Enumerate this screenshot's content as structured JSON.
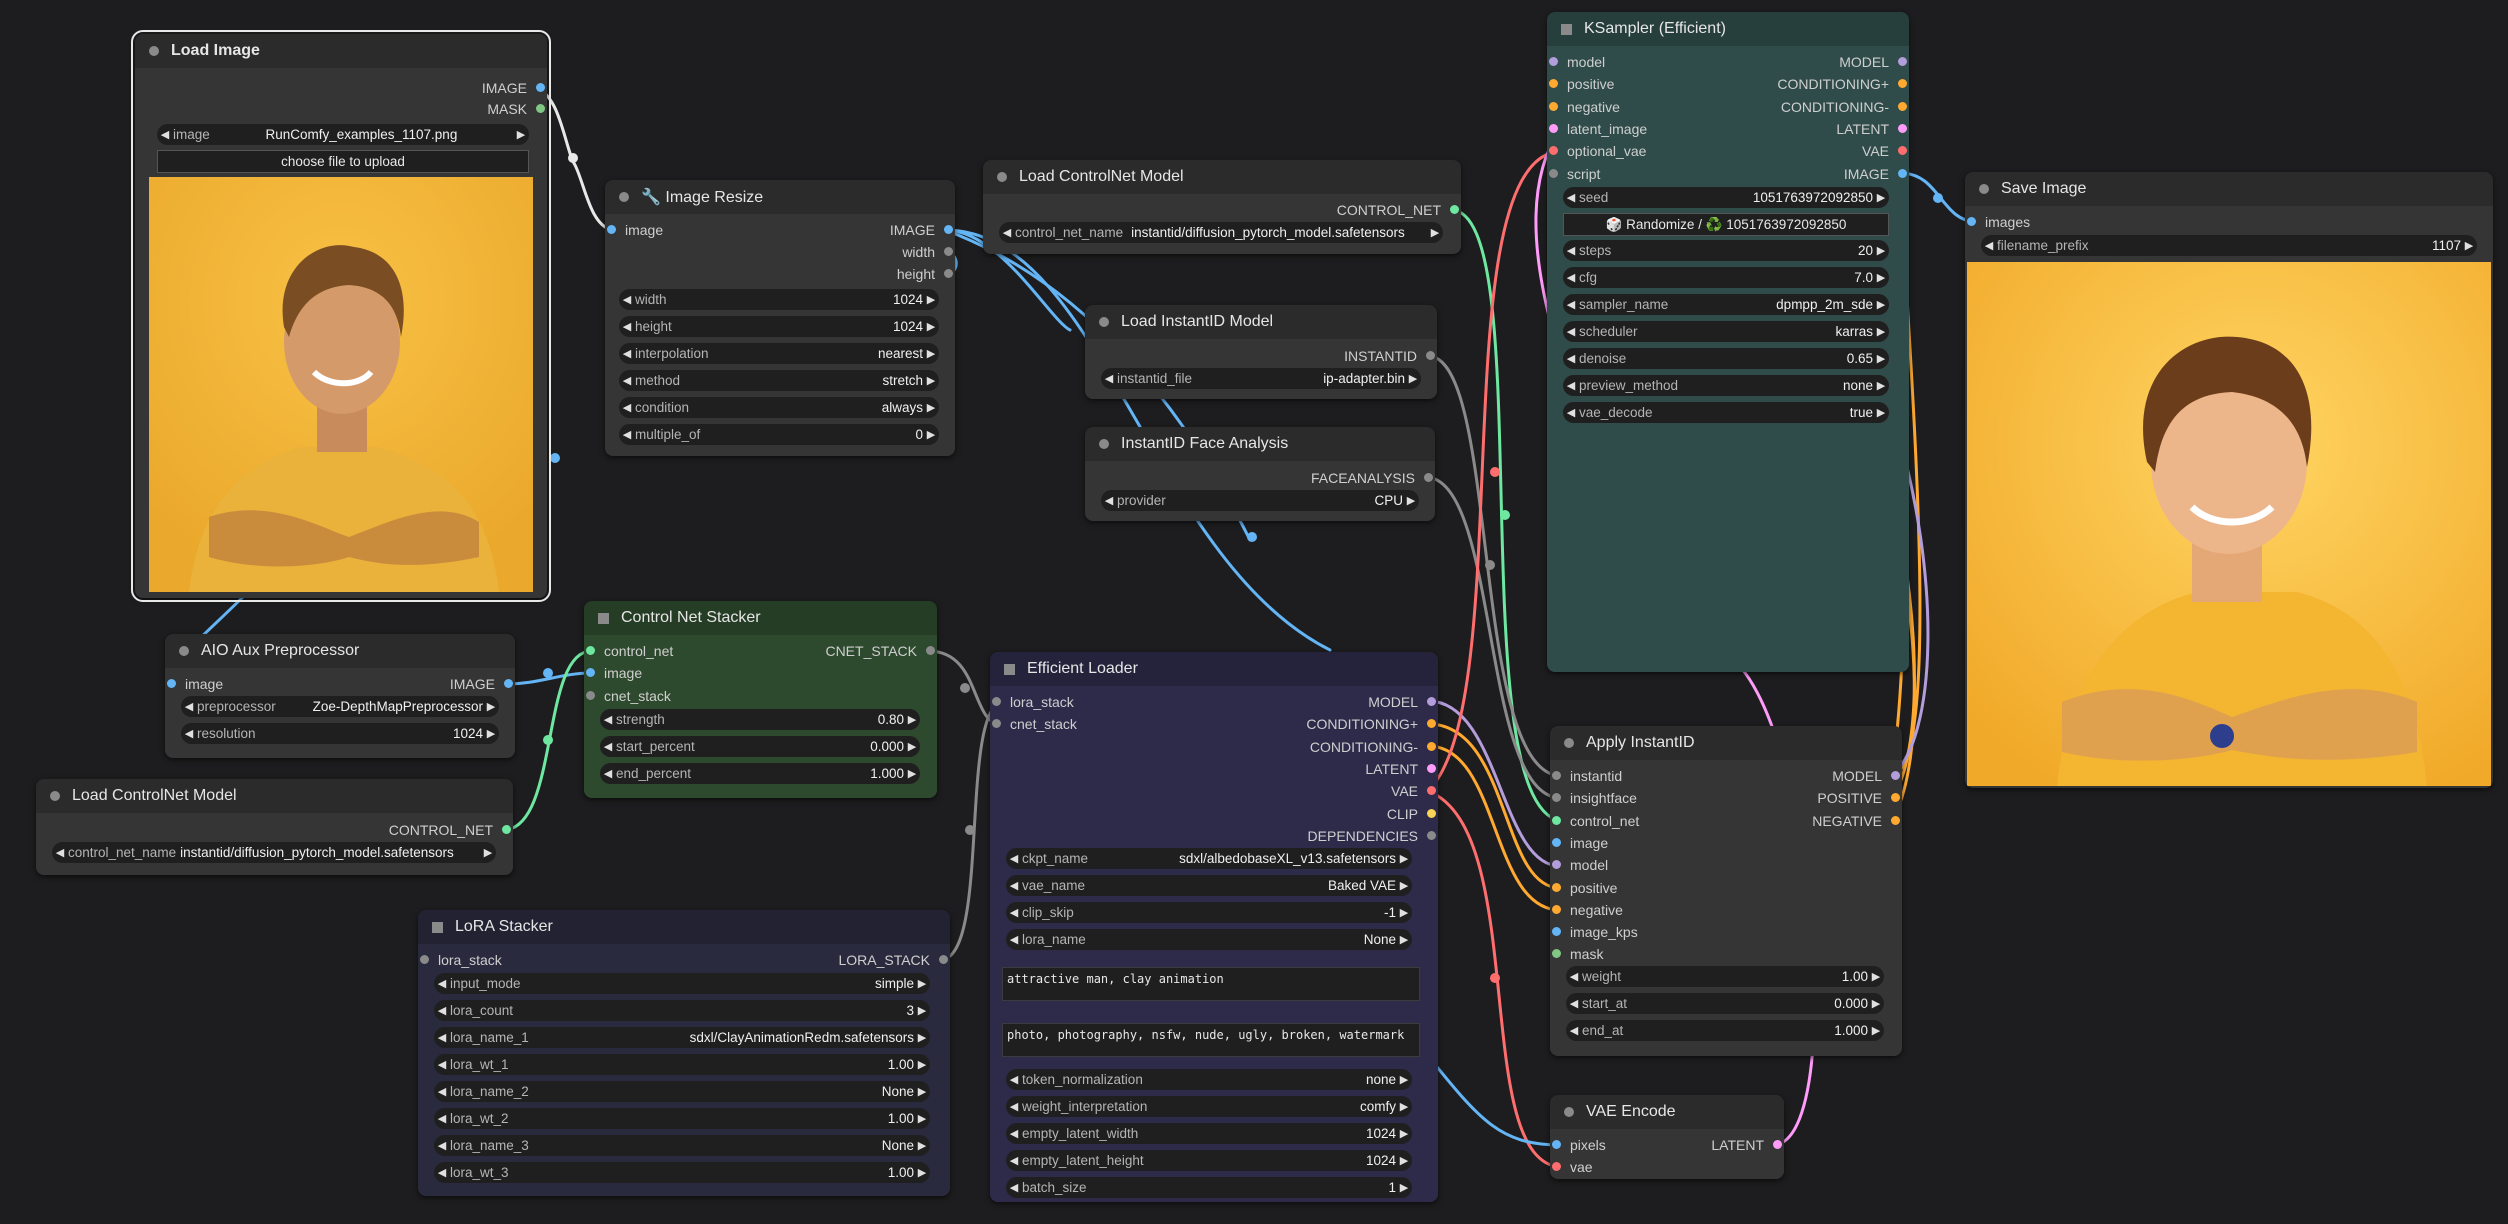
{
  "colors": {
    "model": "#b39ddb",
    "clip": "#f7d358",
    "vae": "#ff6e6e",
    "image": "#64b5f6",
    "latent": "#ff9cf9",
    "conditioning": "#ffa931",
    "control": "#6ee7a0",
    "mask": "#81c784",
    "generic": "#8a8a8a"
  },
  "load_image": {
    "title": "Load Image",
    "out_image": "IMAGE",
    "out_mask": "MASK",
    "w_image_label": "image",
    "w_image_value": "RunComfy_examples_1107.png",
    "upload_label": "choose file to upload"
  },
  "image_resize": {
    "title": "🔧 Image Resize",
    "in_image": "image",
    "out_image": "IMAGE",
    "out_width": "width",
    "out_height": "height",
    "widgets": [
      {
        "label": "width",
        "value": "1024"
      },
      {
        "label": "height",
        "value": "1024"
      },
      {
        "label": "interpolation",
        "value": "nearest"
      },
      {
        "label": "method",
        "value": "stretch"
      },
      {
        "label": "condition",
        "value": "always"
      },
      {
        "label": "multiple_of",
        "value": "0"
      }
    ]
  },
  "load_cn_top": {
    "title": "Load ControlNet Model",
    "out": "CONTROL_NET",
    "w_label": "control_net_name",
    "w_value": "instantid/diffusion_pytorch_model.safetensors"
  },
  "load_instantid": {
    "title": "Load InstantID Model",
    "out": "INSTANTID",
    "w_label": "instantid_file",
    "w_value": "ip-adapter.bin"
  },
  "face_analysis": {
    "title": "InstantID Face Analysis",
    "out": "FACEANALYSIS",
    "w_label": "provider",
    "w_value": "CPU"
  },
  "ksampler": {
    "title": "KSampler (Efficient)",
    "inputs": [
      "model",
      "positive",
      "negative",
      "latent_image",
      "optional_vae",
      "script"
    ],
    "outputs": [
      "MODEL",
      "CONDITIONING+",
      "CONDITIONING-",
      "LATENT",
      "VAE",
      "IMAGE"
    ],
    "seed_label": "seed",
    "seed_value": "1051763972092850",
    "randomize": "🎲 Randomize / ♻️ 1051763972092850",
    "widgets": [
      {
        "label": "steps",
        "value": "20"
      },
      {
        "label": "cfg",
        "value": "7.0"
      },
      {
        "label": "sampler_name",
        "value": "dpmpp_2m_sde"
      },
      {
        "label": "scheduler",
        "value": "karras"
      },
      {
        "label": "denoise",
        "value": "0.65"
      },
      {
        "label": "preview_method",
        "value": "none"
      },
      {
        "label": "vae_decode",
        "value": "true"
      }
    ]
  },
  "save_image": {
    "title": "Save Image",
    "in_images": "images",
    "w_label": "filename_prefix",
    "w_value": "1107"
  },
  "aio": {
    "title": "AIO Aux Preprocessor",
    "in_image": "image",
    "out_image": "IMAGE",
    "w1_label": "preprocessor",
    "w1_value": "Zoe-DepthMapPreprocessor",
    "w2_label": "resolution",
    "w2_value": "1024"
  },
  "load_cn_bottom": {
    "title": "Load ControlNet Model",
    "out": "CONTROL_NET",
    "w_label": "control_net_name",
    "w_value": "instantid/diffusion_pytorch_model.safetensors"
  },
  "cn_stacker": {
    "title": "Control Net Stacker",
    "inputs": [
      "control_net",
      "image",
      "cnet_stack"
    ],
    "out": "CNET_STACK",
    "widgets": [
      {
        "label": "strength",
        "value": "0.80"
      },
      {
        "label": "start_percent",
        "value": "0.000"
      },
      {
        "label": "end_percent",
        "value": "1.000"
      }
    ]
  },
  "eff_loader": {
    "title": "Efficient Loader",
    "inputs": [
      "lora_stack",
      "cnet_stack"
    ],
    "outputs": [
      "MODEL",
      "CONDITIONING+",
      "CONDITIONING-",
      "LATENT",
      "VAE",
      "CLIP",
      "DEPENDENCIES"
    ],
    "widgets_a": [
      {
        "label": "ckpt_name",
        "value": "sdxl/albedobaseXL_v13.safetensors"
      },
      {
        "label": "vae_name",
        "value": "Baked VAE"
      },
      {
        "label": "clip_skip",
        "value": "-1"
      },
      {
        "label": "lora_name",
        "value": "None"
      }
    ],
    "positive_text": "attractive man, clay animation",
    "negative_text": "photo, photography, nsfw, nude, ugly, broken, watermark",
    "widgets_b": [
      {
        "label": "token_normalization",
        "value": "none"
      },
      {
        "label": "weight_interpretation",
        "value": "comfy"
      },
      {
        "label": "empty_latent_width",
        "value": "1024"
      },
      {
        "label": "empty_latent_height",
        "value": "1024"
      },
      {
        "label": "batch_size",
        "value": "1"
      }
    ]
  },
  "lora_stacker": {
    "title": "LoRA Stacker",
    "in": "lora_stack",
    "out": "LORA_STACK",
    "widgets": [
      {
        "label": "input_mode",
        "value": "simple"
      },
      {
        "label": "lora_count",
        "value": "3"
      },
      {
        "label": "lora_name_1",
        "value": "sdxl/ClayAnimationRedm.safetensors"
      },
      {
        "label": "lora_wt_1",
        "value": "1.00"
      },
      {
        "label": "lora_name_2",
        "value": "None"
      },
      {
        "label": "lora_wt_2",
        "value": "1.00"
      },
      {
        "label": "lora_name_3",
        "value": "None"
      },
      {
        "label": "lora_wt_3",
        "value": "1.00"
      }
    ]
  },
  "apply_instantid": {
    "title": "Apply InstantID",
    "inputs": [
      "instantid",
      "insightface",
      "control_net",
      "image",
      "model",
      "positive",
      "negative",
      "image_kps",
      "mask"
    ],
    "outputs": [
      "MODEL",
      "POSITIVE",
      "NEGATIVE"
    ],
    "widgets": [
      {
        "label": "weight",
        "value": "1.00"
      },
      {
        "label": "start_at",
        "value": "0.000"
      },
      {
        "label": "end_at",
        "value": "1.000"
      }
    ]
  },
  "vae_encode": {
    "title": "VAE Encode",
    "inputs": [
      "pixels",
      "vae"
    ],
    "out": "LATENT"
  }
}
